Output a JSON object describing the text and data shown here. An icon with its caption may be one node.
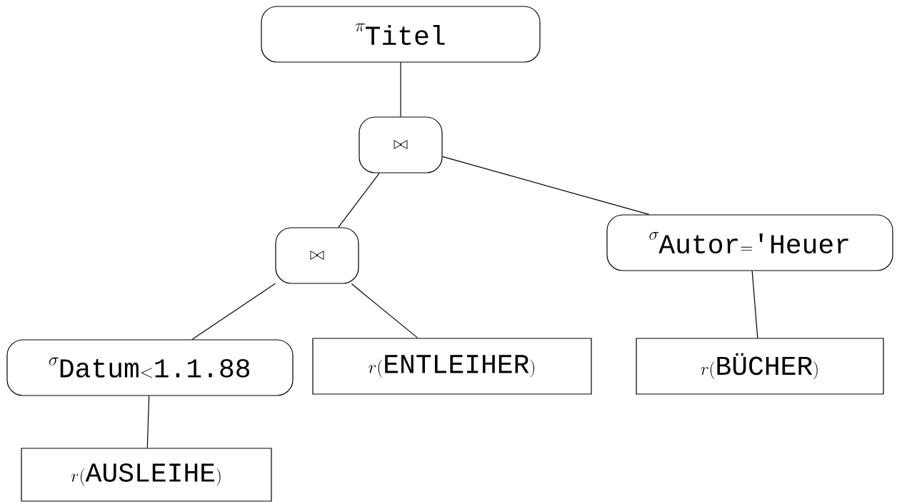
{
  "diagram": {
    "nodes": [
      {
        "text": [
          "\\pi_{\\texttt{Titel}}"
        ]
      },
      {
        "text": [
          "\\bowtie"
        ]
      },
      {
        "text": [
          "\\bowtie"
        ]
      },
      {
        "text": [
          "\\sigma_{\\texttt{Autor}=\\texttt{'Heuer}}"
        ]
      },
      {
        "text": [
          "\\sigma_{\\texttt{Datum}<\\texttt{1.1.88}}"
        ]
      },
      {
        "text": [
          "r(\\texttt{ENTLEIHER})"
        ]
      },
      {
        "text": [
          "r(\\texttt{BÜCHER})"
        ]
      },
      {
        "text": [
          "r(\\texttt{AUSLEIHE})"
        ]
      }
    ],
    "edges": [
      {
        "from": 0,
        "to": 1,
        "arrow": "none"
      },
      {
        "from": 1,
        "to": 2,
        "arrow": "none"
      },
      {
        "from": 1,
        "to": 3,
        "arrow": "none"
      },
      {
        "from": 2,
        "to": 4,
        "arrow": "none"
      },
      {
        "from": 2,
        "to": 5,
        "arrow": "none"
      },
      {
        "from": 3,
        "to": 6,
        "arrow": "none"
      },
      {
        "from": 4,
        "to": 7,
        "arrow": "none"
      }
    ]
  }
}
